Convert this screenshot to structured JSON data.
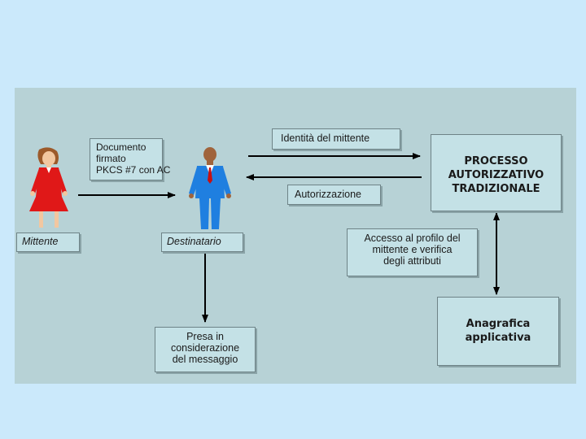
{
  "sender": {
    "label": "Mittente",
    "icon": "woman-red-dress-icon"
  },
  "recipient": {
    "label": "Destinatario",
    "icon": "man-blue-suit-icon"
  },
  "boxes": {
    "documento": "Documento\nfirmato\nPKCS #7 con AC",
    "identita": "Identità del mittente",
    "autorizzazione": "Autorizzazione",
    "processo": "PROCESSO\nAUTORIZZATIVO\nTRADIZIONALE",
    "accesso": "Accesso al profilo del\nmittente e verifica\ndegli attributi",
    "anagrafica": "Anagrafica\napplicativa",
    "presa": "Presa in\nconsiderazione\ndel messaggio"
  },
  "colors": {
    "background": "#cbe9fb",
    "panel": "#b7d2d6",
    "box": "#c4e1e6",
    "sender_dress": "#e01818",
    "recipient_suit": "#1f7fe0",
    "recipient_tie": "#c81010"
  }
}
